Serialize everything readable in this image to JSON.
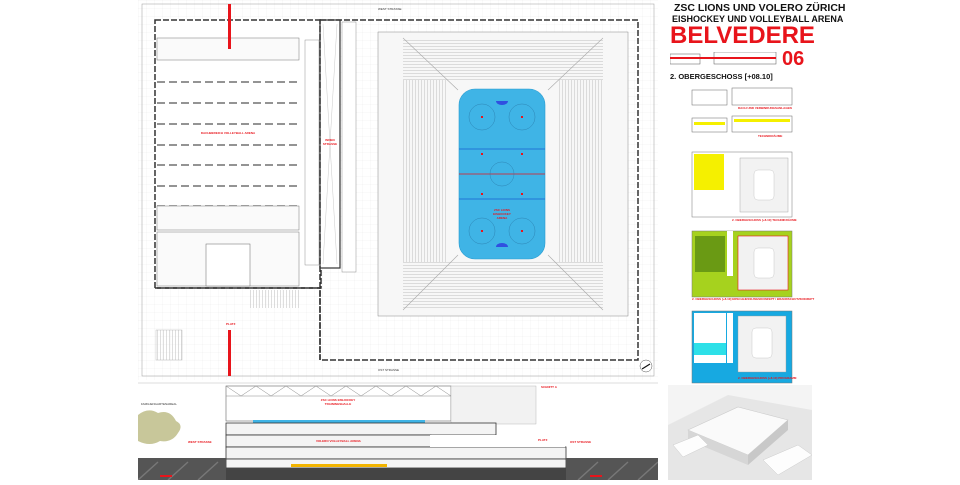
{
  "title": {
    "line1": "ZSC LIONS UND VOLERO ZÜRICH",
    "line2": "EISHOCKEY  UND  VOLLEYBALL ARENA",
    "project": "BELVEDERE",
    "number": "06",
    "floor": "2. OBERGESCHOSS [+08.10]"
  },
  "plan": {
    "street_top": "WEST STRASSE",
    "street_bottom": "OST STRASSE",
    "volleyball": "DACHBEREICH VOLLEYBALL ARENA",
    "inner_street": "INNEN STRASSE",
    "hockey": "ZSC LIONS EISHOCKEY ARENA",
    "plaza": "PLATZ"
  },
  "section": {
    "title": "SCHNITT A",
    "training": "ZSC LIONS EISHOCKEY TRAININGSHALLE",
    "volleyball": "VOLERO VOLLEYBALL ARENA",
    "street_left": "WEST STRASSE",
    "street_right": "OST STRASSE",
    "plaza": "PLATZ",
    "context": "FAMILIENGARTENAREAL"
  },
  "diagrams": [
    {
      "caption": "DACH UND VERBINDUNGSANLAGEN"
    },
    {
      "caption": "TECHNIKRÄUME"
    },
    {
      "caption": "2. OBERGESCHOSS [+8.10]  TECHNIKRÄUME"
    },
    {
      "caption": "2. OBERGESCHOSS [+8.10]  ERSCHLIESSUNGSKONZEPT / BRANDSCHUTZKONZEPT"
    },
    {
      "caption": "2. OBERGESCHOSS [+8.10]  PROGRAMM"
    }
  ],
  "colors": {
    "accent": "#e8141b",
    "ice": "#3fb4e6",
    "tech": "#f5f000",
    "egress": "#a6d21e",
    "program": "#17a9e1"
  }
}
